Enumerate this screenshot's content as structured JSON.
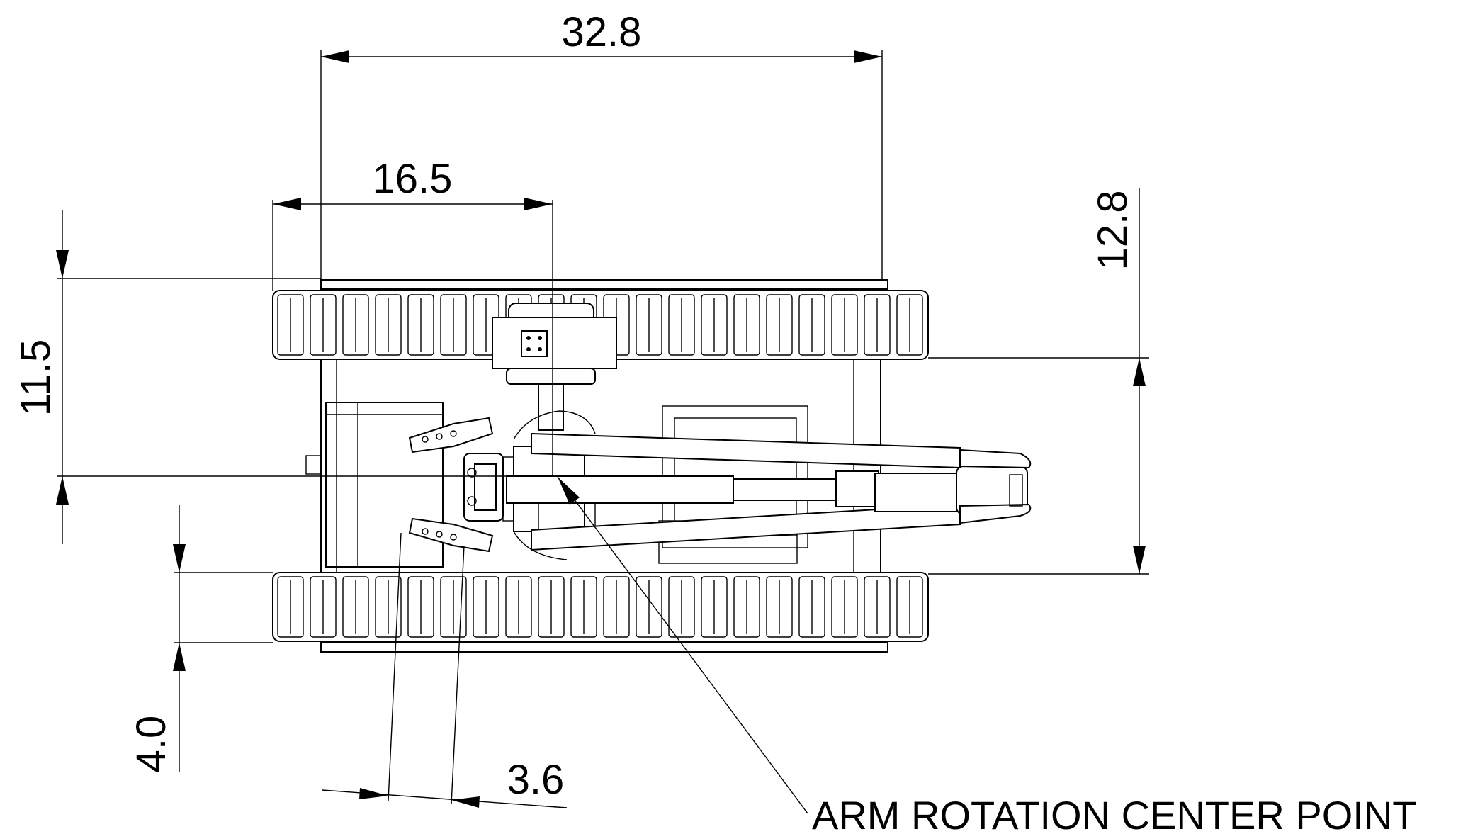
{
  "dimensions": {
    "overall_length": "32.8",
    "arm_center_offset": "16.5",
    "track_inner_height": "12.8",
    "center_to_top": "11.5",
    "track_width": "4.0",
    "small_offset": "3.6"
  },
  "callout": {
    "label": "ARM ROTATION CENTER POINT"
  }
}
